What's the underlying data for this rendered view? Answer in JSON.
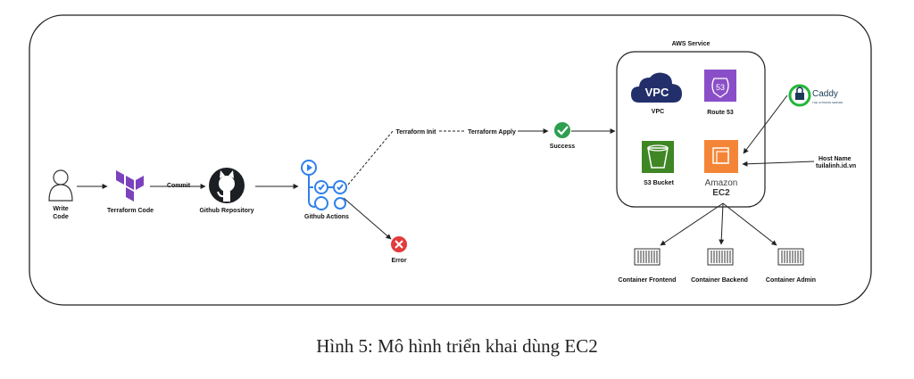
{
  "labels": {
    "write_code_1": "Write",
    "write_code_2": "Code",
    "terraform_code": "Terraform Code",
    "commit": "Commit",
    "github_repository": "Github Repository",
    "github_actions": "Github Actions",
    "terraform_init": "Terraform Init",
    "terraform_apply": "Terraform Apply",
    "success": "Success",
    "error": "Error",
    "aws_service": "AWS Service",
    "vpc": "VPC",
    "vpc_icon_text": "VPC",
    "route53": "Route 53",
    "route53_icon_text": "53",
    "s3_bucket": "S3 Bucket",
    "amazon": "Amazon",
    "ec2": "EC2",
    "caddy": "Caddy",
    "caddy_tagline": "THE ULTIMATE SERVER",
    "host_name_1": "Host Name",
    "host_name_2": "tuilalinh.id.vn",
    "container_frontend": "Container Frontend",
    "container_backend": "Container Backend",
    "container_admin": "Container Admin"
  },
  "caption": "Hình 5: Mô hình triển khai dùng EC2",
  "colors": {
    "terraform_purple": "#7b42bc",
    "github_black": "#1b1f23",
    "actions_blue": "#2f80ed",
    "success_green": "#2e9e4f",
    "error_red": "#e23b3b",
    "vpc_navy": "#232f6b",
    "route53_purple": "#8a4fc8",
    "s3_green": "#3f8624",
    "ec2_orange": "#f58536",
    "caddy_green": "#22b638"
  }
}
